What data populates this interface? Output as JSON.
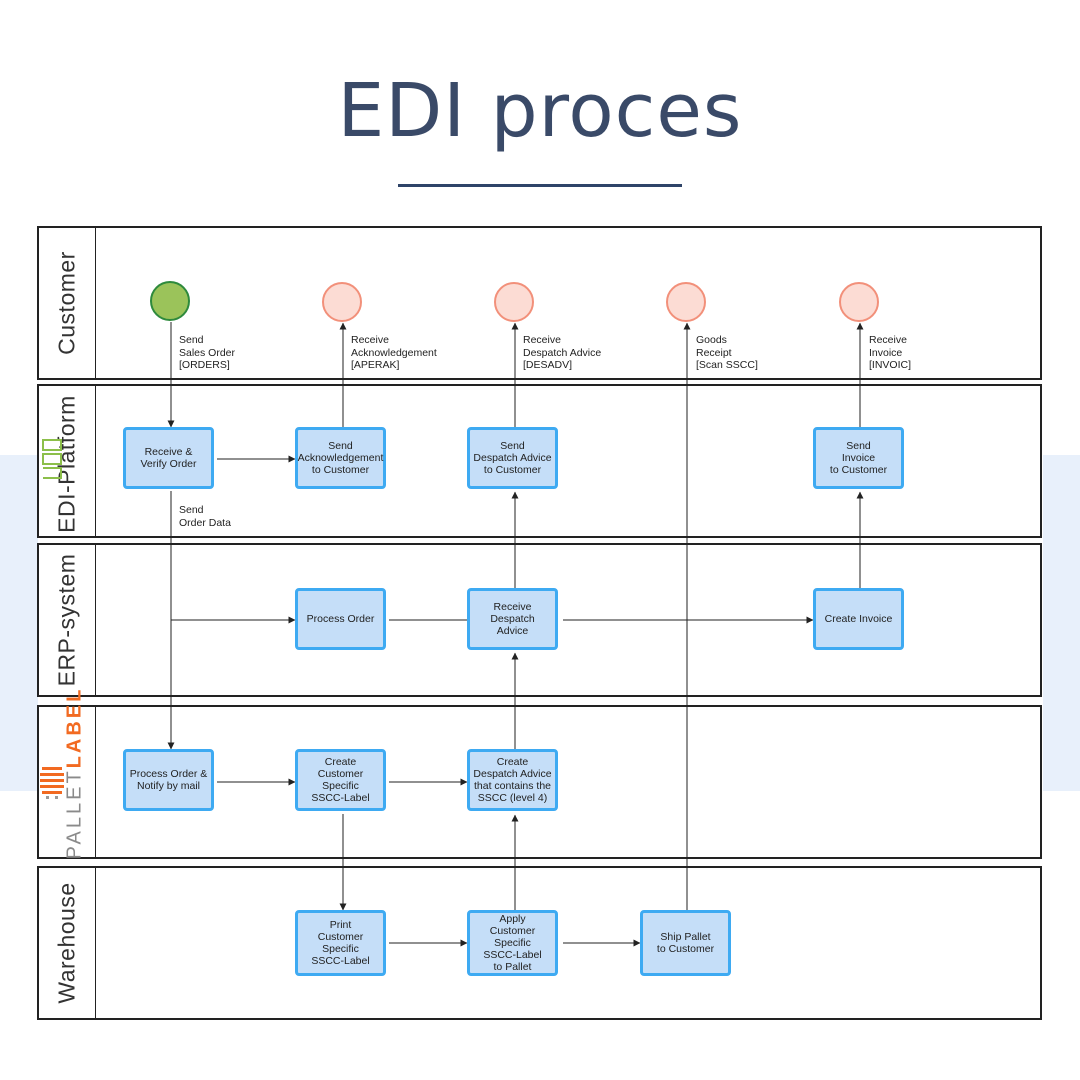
{
  "title": "EDI proces",
  "lanes": {
    "customer": "Customer",
    "edi": "EDI-Platform",
    "erp": "ERP-system",
    "pallet_a": "PALLET",
    "pallet_b": "LABEL",
    "warehouse": "Warehouse"
  },
  "boxes": {
    "receive_verify": "Receive &\nVerify Order",
    "send_ack": "Send\nAcknowledgement\nto Customer",
    "send_desadv": "Send\nDespatch Advice\nto Customer",
    "send_invoice": "Send\nInvoice\nto Customer",
    "process_order": "Process Order",
    "receive_desadv": "Receive Despatch\nAdvice",
    "create_invoice": "Create Invoice",
    "process_notify": "Process Order &\nNotify by mail",
    "create_sscc": "Create\nCustomer Specific\nSSCC-Label",
    "create_desadv": "Create\nDespatch Advice\nthat contains the\nSSCC (level 4)",
    "print_sscc": "Print\nCustomer Specific\nSSCC-Label",
    "apply_sscc": "Apply\nCustomer Specific\nSSCC-Label\nto Pallet",
    "ship_pallet": "Ship Pallet\nto Customer"
  },
  "labels": {
    "send_orders": "Send\nSales Order\n[ORDERS]",
    "receive_ack": "Receive\nAcknowledgement\n[APERAK]",
    "receive_desadv": "Receive\nDespatch Advice\n[DESADV]",
    "goods_receipt": "Goods\nReceipt\n[Scan SSCC]",
    "receive_invoice": "Receive\nInvoice\n[INVOIC]",
    "send_order_data": "Send\nOrder Data"
  },
  "colors": {
    "box_fill": "#c5def8",
    "box_border": "#3eaaf2",
    "start_fill": "#9bc35a",
    "end_fill": "#fcdcd4",
    "title": "#3a4a68",
    "pallet_gray": "#8a8a8a",
    "pallet_orange": "#f26a21",
    "edi_logo": "#8cbf4a"
  }
}
